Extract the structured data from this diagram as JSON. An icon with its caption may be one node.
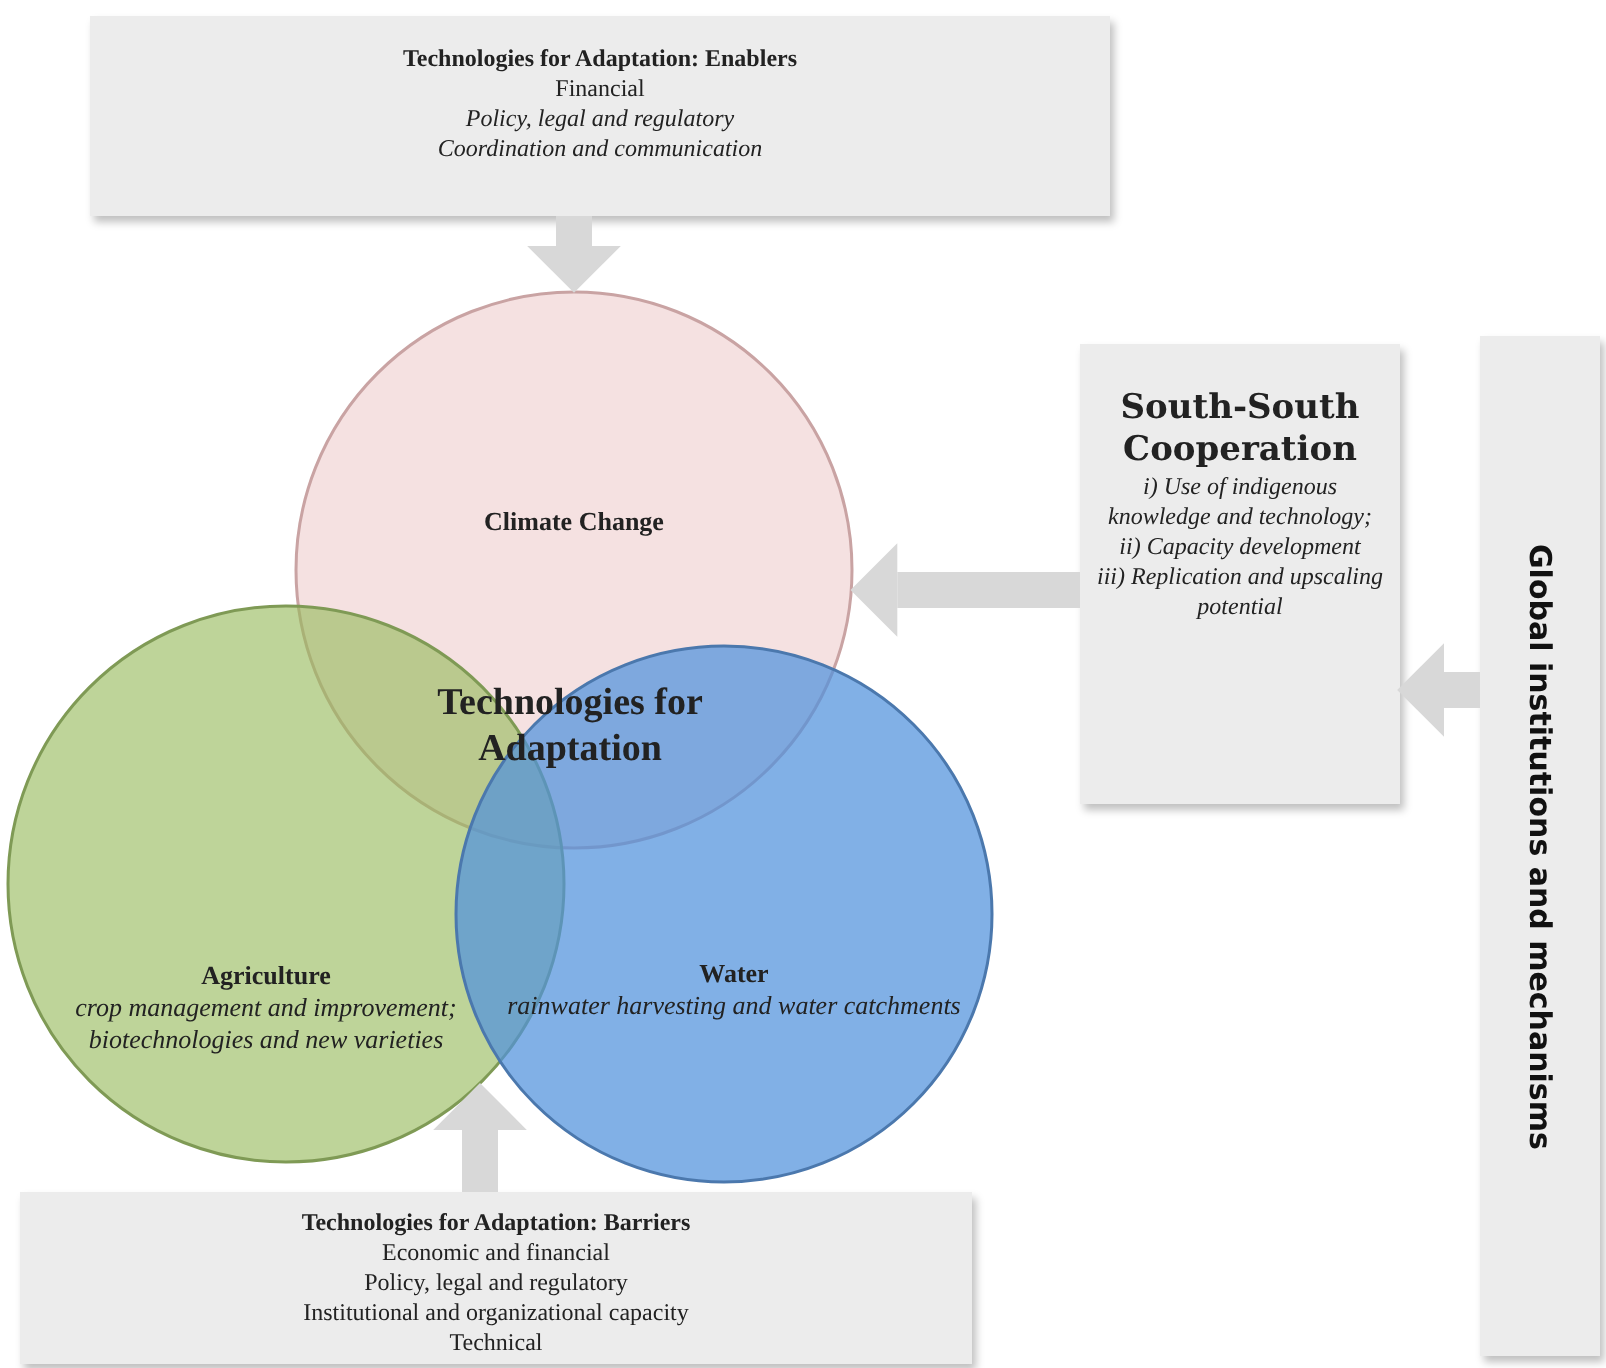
{
  "diagram": {
    "nodes": [
      {
        "text": [
          "Technologies for Adaptation: Enablers",
          "Financial",
          "Policy, legal and regulatory",
          "Coordination and communication"
        ]
      },
      {
        "text": [
          "Climate Change"
        ]
      },
      {
        "text": [
          "Agriculture",
          "crop management and improvement; biotechnologies and new varieties"
        ]
      },
      {
        "text": [
          "Water",
          "rainwater harvesting and water catchments"
        ]
      },
      {
        "text": [
          "South-South Cooperation",
          "i) Use of indigenous knowledge and technology;",
          "ii) Capacity development",
          "iii) Replication and upscaling potential"
        ]
      },
      {
        "text": [
          "Global institutions and mechanisms"
        ]
      },
      {
        "text": [
          "Technologies for Adaptation: Barriers",
          "Economic and financial",
          "Policy, legal and regulatory",
          "Institutional and organizational capacity",
          "Technical"
        ]
      }
    ],
    "edges": [
      {
        "from": 0,
        "to": 1,
        "arrow": "to"
      },
      {
        "from": 6,
        "to": 2,
        "arrow": "to"
      },
      {
        "from": 4,
        "to": 1,
        "arrow": "to"
      },
      {
        "from": 5,
        "to": 4,
        "arrow": "to"
      }
    ],
    "labels": [
      "Technologies for Adaptation"
    ]
  }
}
